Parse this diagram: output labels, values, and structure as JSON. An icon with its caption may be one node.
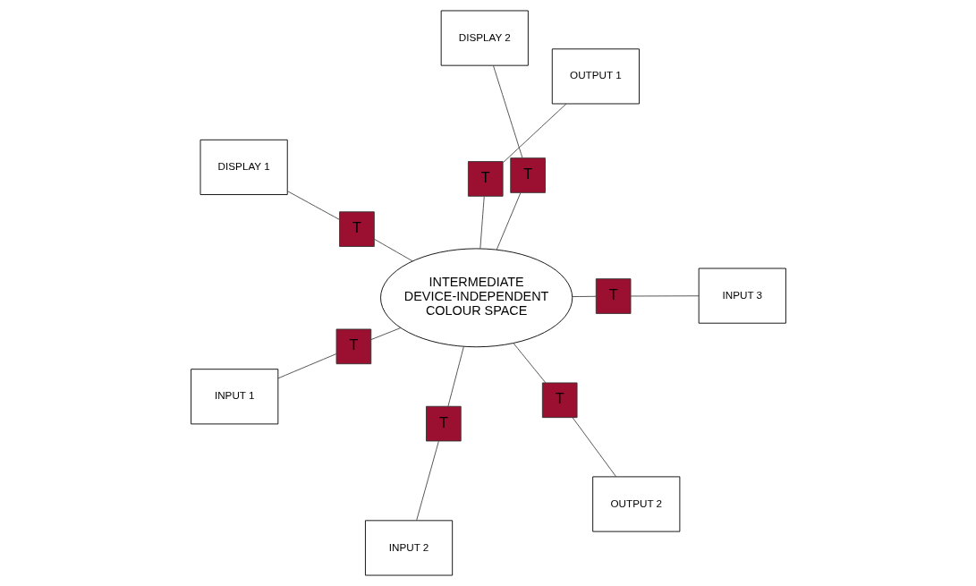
{
  "diagram": {
    "nodes": [
      {
        "text": [
          "DISPLAY 1"
        ]
      },
      {
        "text": [
          "T"
        ]
      },
      {
        "text": [
          "INPUT 1"
        ]
      },
      {
        "text": [
          "T"
        ]
      },
      {
        "text": [
          "OUTPUT 1"
        ]
      },
      {
        "text": [
          "T"
        ]
      },
      {
        "text": [
          "INPUT 2"
        ]
      },
      {
        "text": [
          "T"
        ]
      },
      {
        "text": [
          "INTERMEDIATE DEVICE-INDEPENDENT COLOUR SPACE"
        ]
      },
      {
        "text": [
          "T"
        ]
      },
      {
        "text": [
          "OUTPUT 2"
        ]
      },
      {
        "text": [
          "T"
        ]
      },
      {
        "text": [
          "INPUT 3"
        ]
      },
      {
        "text": [
          "T"
        ]
      },
      {
        "text": [
          "DISPLAY 2"
        ]
      }
    ],
    "edges": [
      {
        "from": 0,
        "to": 1,
        "arrow": "none"
      },
      {
        "from": 1,
        "to": 8,
        "arrow": "none"
      },
      {
        "from": 2,
        "to": 3,
        "arrow": "none"
      },
      {
        "from": 3,
        "to": 8,
        "arrow": "none"
      },
      {
        "from": 4,
        "to": 5,
        "arrow": "none"
      },
      {
        "from": 5,
        "to": 8,
        "arrow": "none"
      },
      {
        "from": 6,
        "to": 7,
        "arrow": "none"
      },
      {
        "from": 7,
        "to": 8,
        "arrow": "none"
      },
      {
        "from": 10,
        "to": 9,
        "arrow": "none"
      },
      {
        "from": 9,
        "to": 8,
        "arrow": "none"
      },
      {
        "from": 12,
        "to": 11,
        "arrow": "none"
      },
      {
        "from": 11,
        "to": 8,
        "arrow": "none"
      },
      {
        "from": 14,
        "to": 13,
        "arrow": "none"
      },
      {
        "from": 13,
        "to": 8,
        "arrow": "none"
      }
    ]
  }
}
